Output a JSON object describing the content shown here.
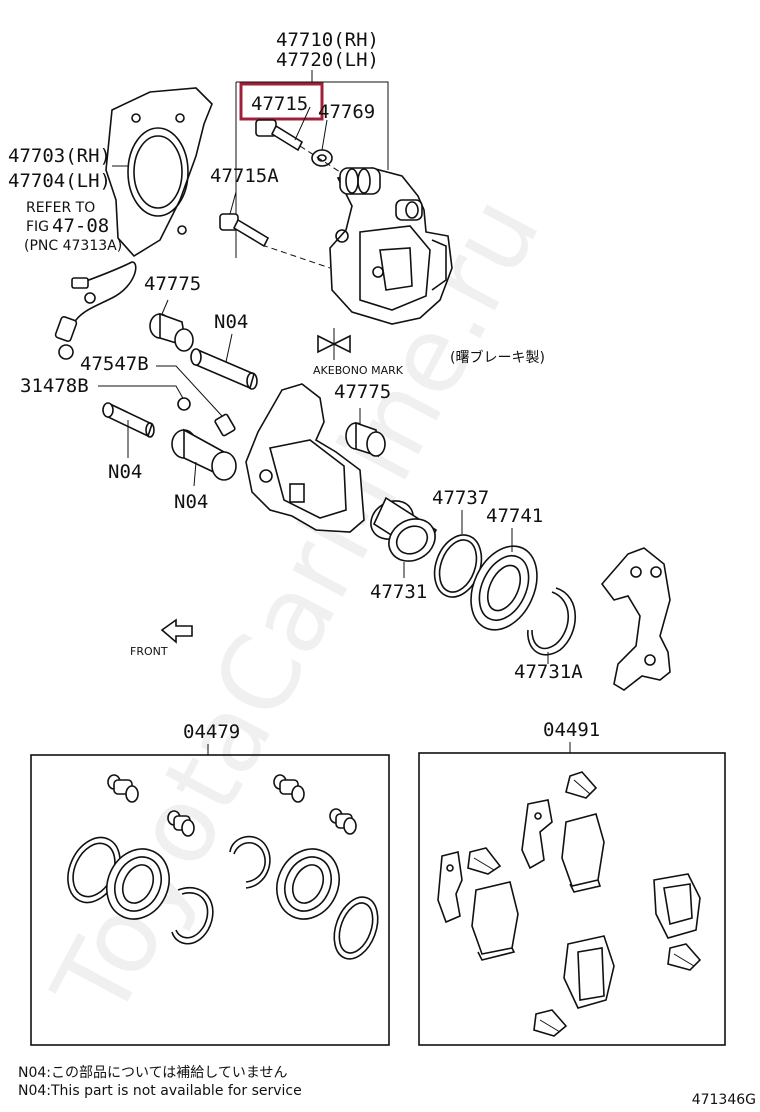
{
  "labels": {
    "assy_rh": "47710(RH)",
    "assy_lh": "47720(LH)",
    "bolt_highlight": "47715",
    "washer": "47769",
    "bolt_a": "47715A",
    "shield_rh": "47703(RH)",
    "shield_lh": "47704(LH)",
    "refer_1": "REFER TO",
    "refer_fig_prefix": "FIG",
    "refer_fig": "47-08",
    "refer_pnc": "(PNC 47313A)",
    "boot_upper": "47775",
    "n04_pin": "N04",
    "mark_text": "AKEBONO MARK",
    "maker_note": "(曙ブレーキ製)",
    "bleeder": "47547B",
    "cap": "31478B",
    "boot_lower": "47775",
    "n04_left": "N04",
    "n04_bushing": "N04",
    "seal": "47737",
    "boot_piston": "47741",
    "piston": "47731",
    "ring": "47731A",
    "front": "FRONT",
    "kit_left": "04479",
    "kit_right": "04491"
  },
  "footer": {
    "note_jp": "N04:この部品については補給していません",
    "note_en": "N04:This part is not available for service",
    "diagram_code": "471346G"
  },
  "watermark": "ToyotaCarMine.ru",
  "highlight_color": "#a0203a"
}
